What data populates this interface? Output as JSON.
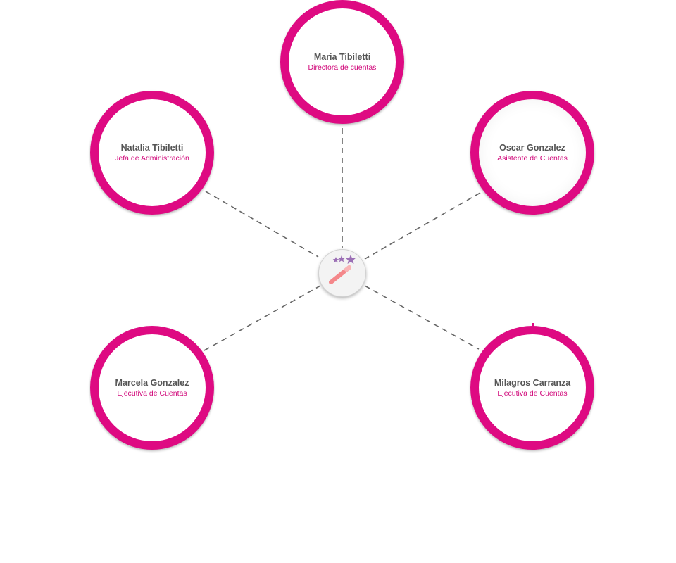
{
  "diagram": {
    "center": {
      "icon": "magic-wand-with-stars-icon"
    },
    "nodes": [
      {
        "id": "maria",
        "name": "Maria Tibiletti",
        "role": "Directora de cuentas"
      },
      {
        "id": "natalia",
        "name": "Natalia Tibiletti",
        "role": "Jefa de Administración"
      },
      {
        "id": "oscar",
        "name": "Oscar Gonzalez",
        "role": "Asistente de Cuentas"
      },
      {
        "id": "marcela",
        "name": "Marcela Gonzalez",
        "role": "Ejecutiva de Cuentas"
      },
      {
        "id": "milagros",
        "name": "Milagros Carranza",
        "role": "Ejecutiva de Cuentas"
      }
    ]
  },
  "colors": {
    "ring": "#de0a82",
    "role_text": "#d1087a",
    "name_text": "#555555",
    "connector": "#666666",
    "hub_fill": "#f3f3f3",
    "wand_body": "#f4878a",
    "stars": "#9b6fb5"
  }
}
